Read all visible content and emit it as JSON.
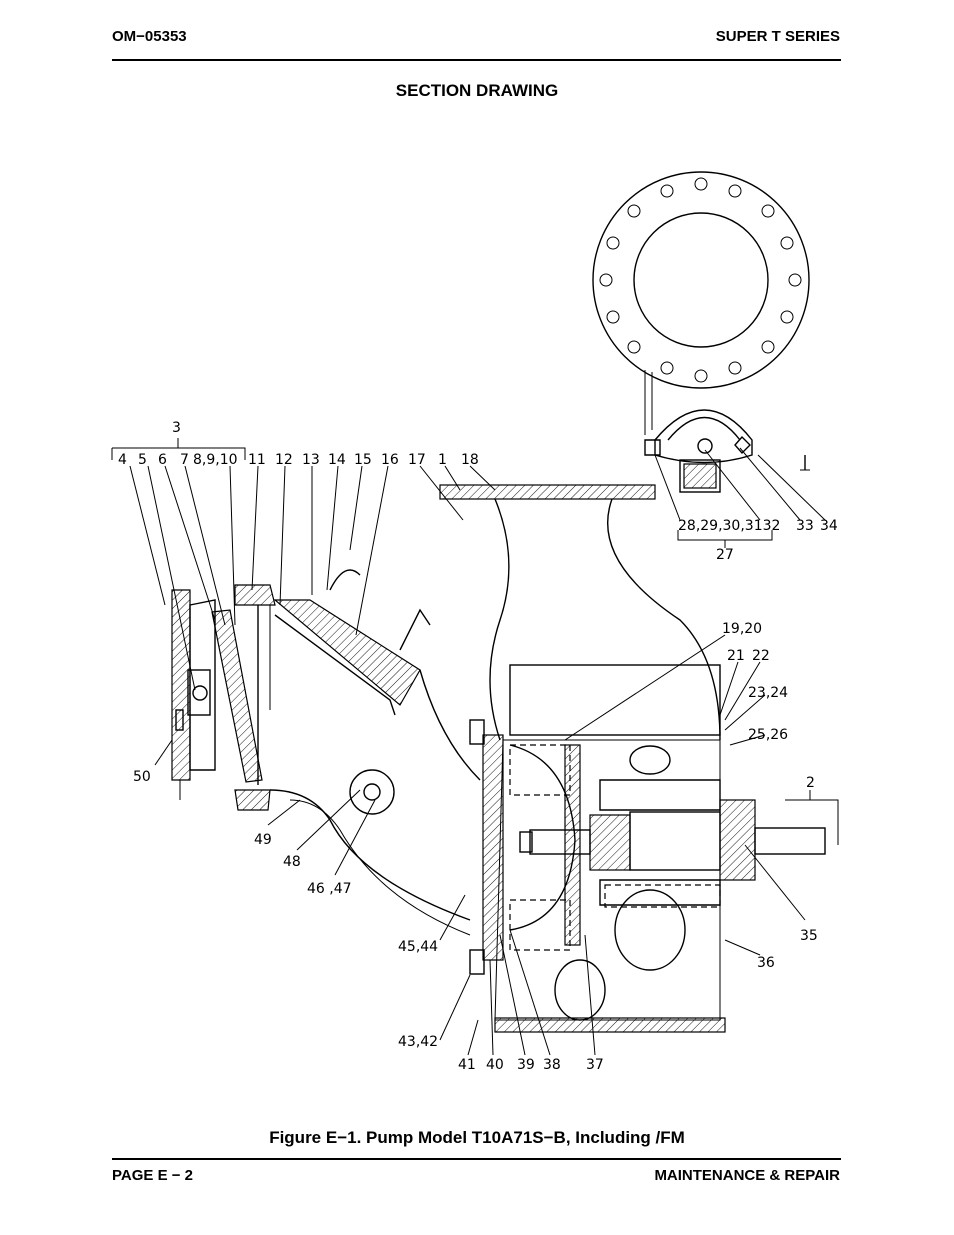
{
  "header": {
    "doc_number": "OM−05353",
    "series": "SUPER T SERIES"
  },
  "section_title": "SECTION DRAWING",
  "figure_caption": "Figure E−1. Pump Model T10A71S−B, Including /FM",
  "footer": {
    "page": "PAGE E − 2",
    "section": "MAINTENANCE & REPAIR"
  },
  "callouts": {
    "c3": "3",
    "c4": "4",
    "c5": "5",
    "c6": "6",
    "c7": "7",
    "c8_10": "8,9,10",
    "c11": "11",
    "c12": "12",
    "c13": "13",
    "c14": "14",
    "c15": "15",
    "c16": "16",
    "c17": "17",
    "c1": "1",
    "c18": "18",
    "c28_32": "28,29,30,3132",
    "c33": "33",
    "c34": "34",
    "c27": "27",
    "c19_20": "19,20",
    "c21": "21",
    "c22": "22",
    "c23_24": "23,24",
    "c25_26": "25,26",
    "c2": "2",
    "c35": "35",
    "c36": "36",
    "c37": "37",
    "c38": "38",
    "c39": "39",
    "c40": "40",
    "c41": "41",
    "c43_42": "43,42",
    "c45_44": "45,44",
    "c46_47": "46 ,47",
    "c48": "48",
    "c49": "49",
    "c50": "50"
  }
}
